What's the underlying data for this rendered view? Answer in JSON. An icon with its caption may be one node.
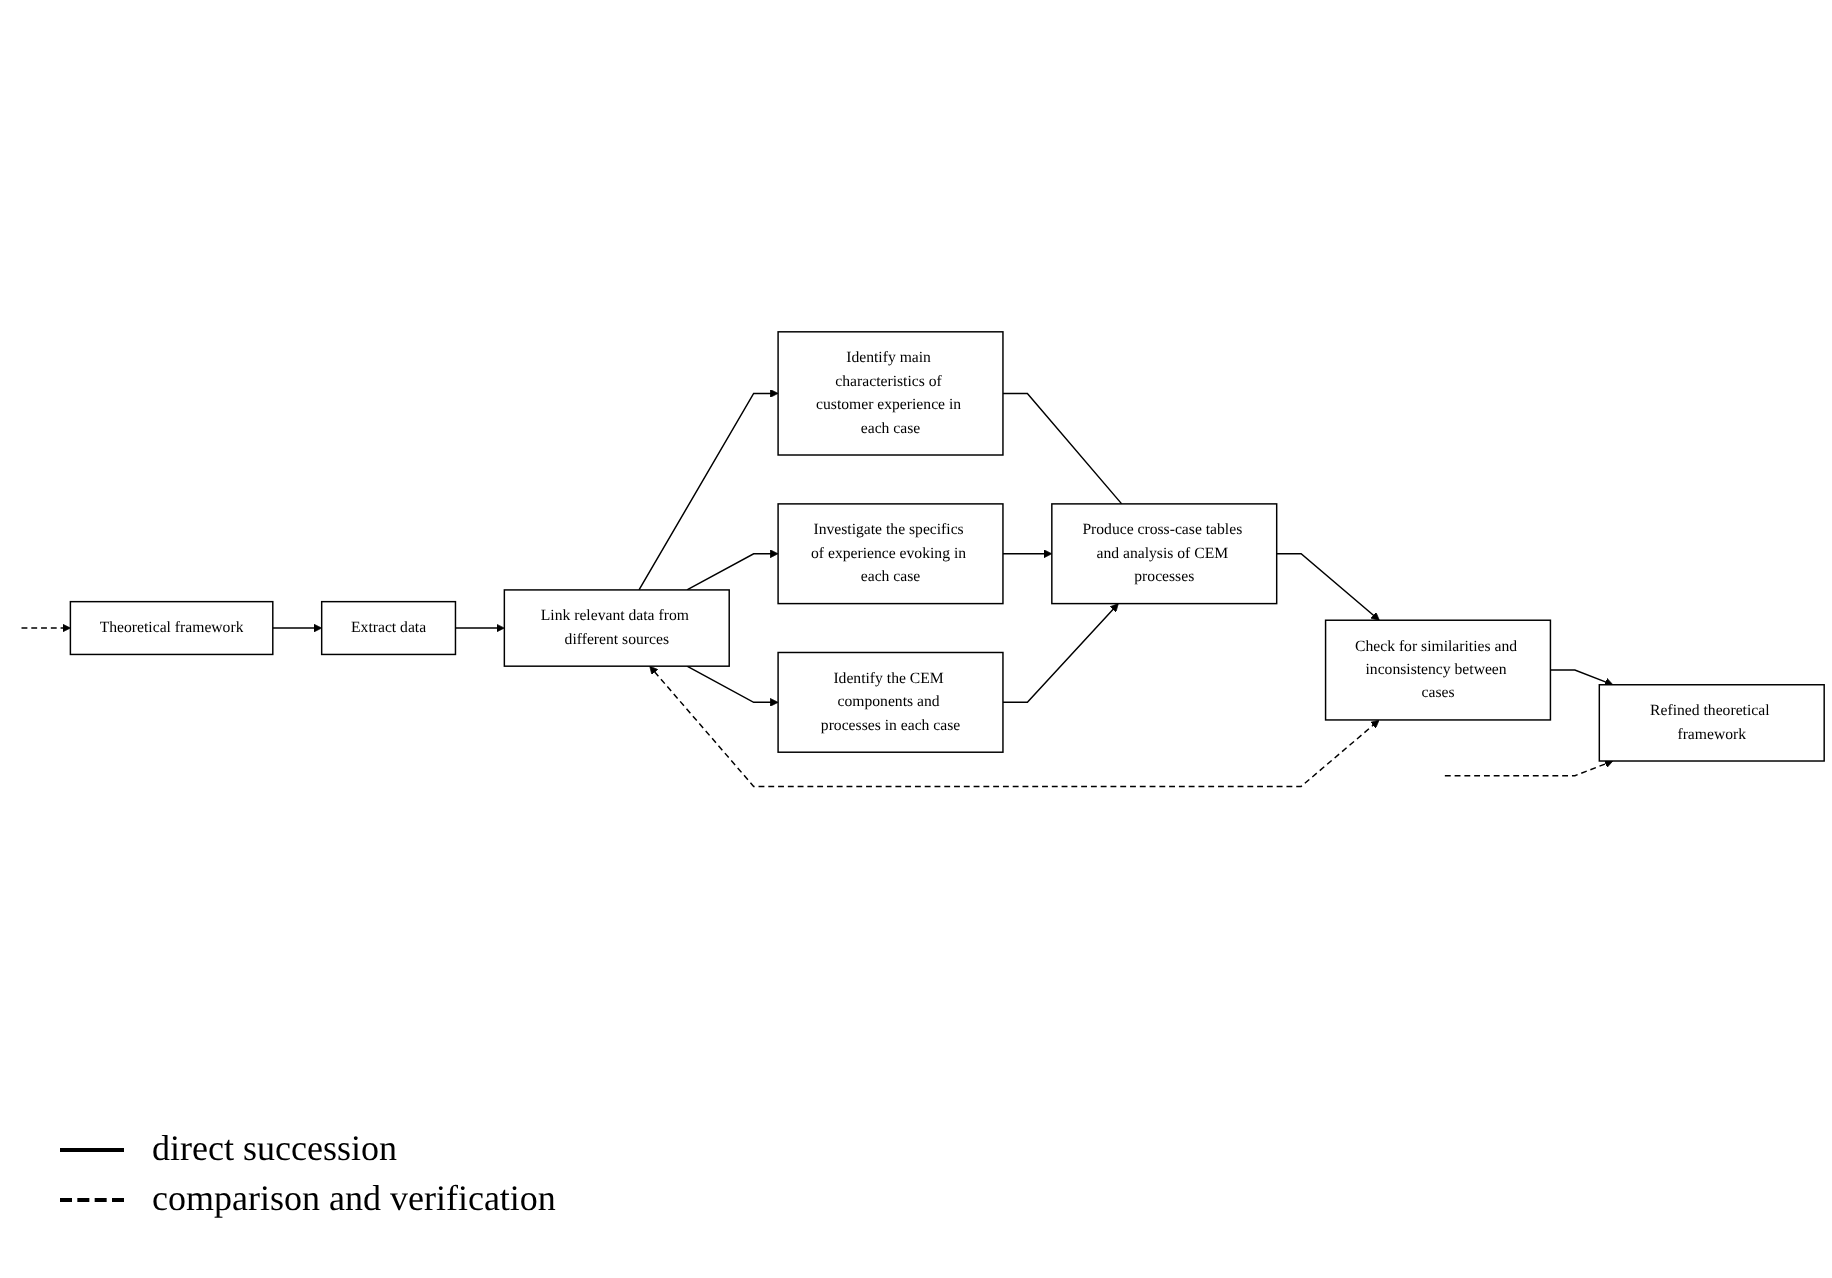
{
  "diagram": {
    "nodes": [
      {
        "text": [
          "Theoretical framework"
        ]
      },
      {
        "text": [
          "Extract data"
        ]
      },
      {
        "text": [
          "Link relevant data from different sources"
        ]
      },
      {
        "text": [
          "Identify main characteristics of customer experience in each case"
        ]
      },
      {
        "text": [
          "Investigate the specifics of experience evoking in each case"
        ]
      },
      {
        "text": [
          "Identify the CEM components and processes in each case"
        ]
      },
      {
        "text": [
          "Produce cross-case tables and analysis of CEM processes"
        ]
      },
      {
        "text": [
          "Check for similarities and inconsistency between cases"
        ]
      },
      {
        "text": [
          "Refined theoretical framework"
        ]
      }
    ],
    "edges": [
      {
        "from": null,
        "to": 0,
        "arrow": "to",
        "style": "dashed"
      },
      {
        "from": 0,
        "to": 1,
        "arrow": "to"
      },
      {
        "from": 1,
        "to": 2,
        "arrow": "to"
      },
      {
        "from": 2,
        "to": 3,
        "arrow": "to"
      },
      {
        "from": 2,
        "to": 4,
        "arrow": "to"
      },
      {
        "from": 2,
        "to": 5,
        "arrow": "to"
      },
      {
        "from": 3,
        "to": 6,
        "arrow": "none"
      },
      {
        "from": 4,
        "to": 6,
        "arrow": "to"
      },
      {
        "from": 5,
        "to": 6,
        "arrow": "to"
      },
      {
        "from": 6,
        "to": 7,
        "arrow": "to"
      },
      {
        "from": 7,
        "to": 2,
        "arrow": "both",
        "style": "dashed"
      },
      {
        "from": 7,
        "to": 8,
        "arrow": "to"
      },
      {
        "from": null,
        "to": 8,
        "arrow": "to",
        "style": "dashed"
      }
    ],
    "legend": [
      {
        "text": "direct succession"
      },
      {
        "text": "comparison and verification"
      }
    ]
  }
}
